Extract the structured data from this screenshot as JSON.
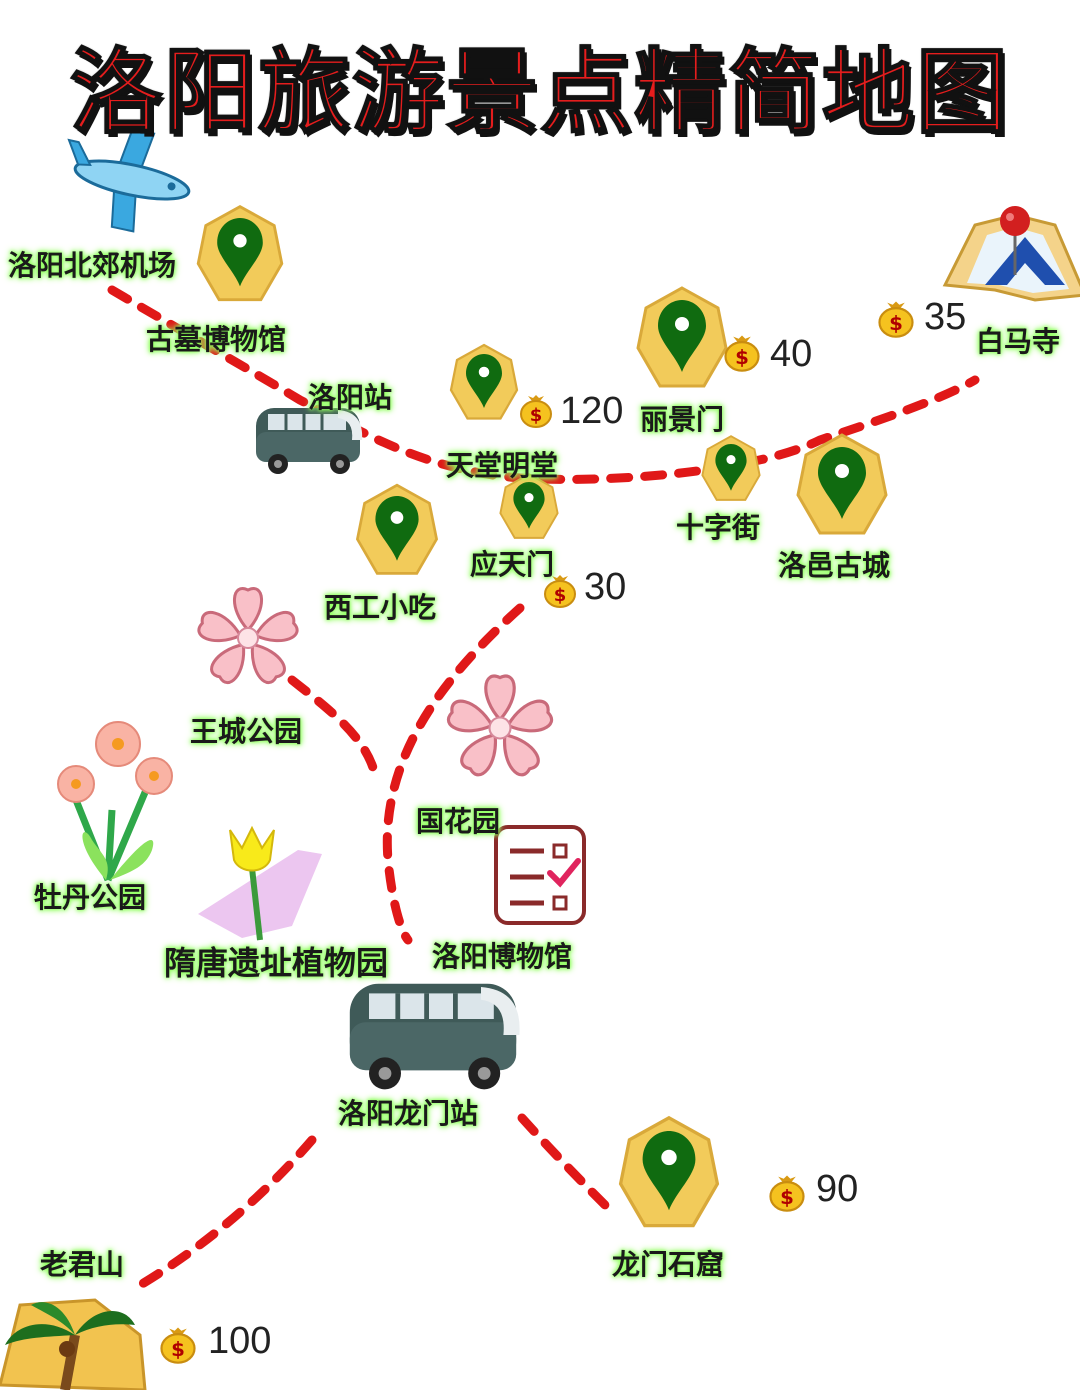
{
  "title": "洛阳旅游景点精简地图",
  "colors": {
    "title": "#e51d1d",
    "route": "#e01818",
    "pin": "#106b10",
    "pin_bg": "#f2cb5a",
    "label_glow": "#8cff5a"
  },
  "places": {
    "airport": "洛阳北郊机场",
    "tomb_museum": "古墓博物馆",
    "station": "洛阳站",
    "tiantang": "天堂明堂",
    "lijingmen": "丽景门",
    "baima": "白马寺",
    "yingtianmen": "应天门",
    "shizijie": "十字街",
    "luoyi": "洛邑古城",
    "xigong": "西工小吃",
    "wangcheng": "王城公园",
    "guohua": "国花园",
    "mudan": "牡丹公园",
    "suitang": "隋唐遗址植物园",
    "museum": "洛阳博物馆",
    "longmen_station": "洛阳龙门站",
    "laojun": "老君山",
    "longmen": "龙门石窟"
  },
  "prices": {
    "tiantang": "120",
    "lijingmen": "40",
    "baima": "35",
    "yingtianmen": "30",
    "longmen": "90",
    "laojun": "100"
  },
  "icons": [
    "airplane-icon",
    "map-pin-icon",
    "money-bag-icon",
    "bus-icon",
    "cherry-blossom-icon",
    "peony-icon",
    "tulip-icon",
    "checklist-icon",
    "map-icon",
    "palm-tree-icon"
  ]
}
